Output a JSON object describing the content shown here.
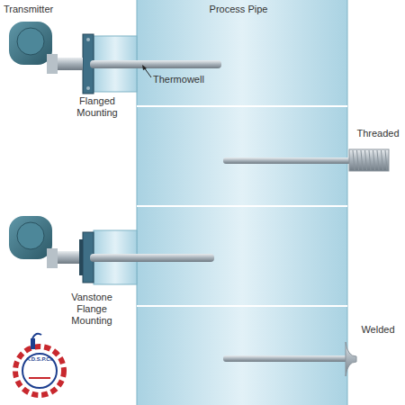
{
  "diagram": {
    "labels": [
      "Transmitter",
      "Process Pipe",
      "Thermowell",
      "Flanged Mounting",
      "Threaded",
      "Vanstone Flange Mounting",
      "Welded",
      "A.D.S.P.Co"
    ]
  }
}
